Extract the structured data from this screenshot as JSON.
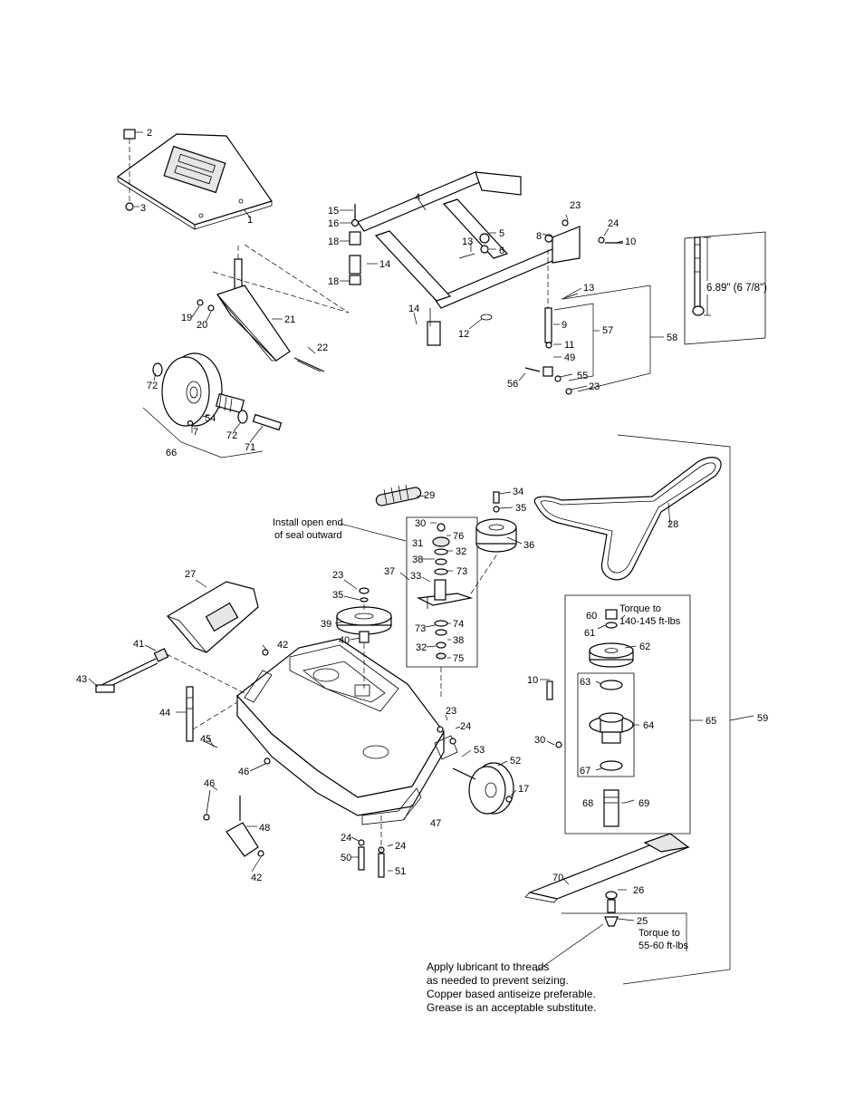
{
  "callouts": {
    "c1": "1",
    "c2": "2",
    "c3": "3",
    "c4": "4",
    "c5": "5",
    "c6": "6",
    "c7": "7",
    "c8": "8",
    "c9": "9",
    "c10a": "10",
    "c10b": "10",
    "c11": "11",
    "c12": "12",
    "c13a": "13",
    "c13b": "13",
    "c14a": "14",
    "c14b": "14",
    "c15": "15",
    "c16": "16",
    "c17": "17",
    "c18a": "18",
    "c18b": "18",
    "c19": "19",
    "c20": "20",
    "c21": "21",
    "c22": "22",
    "c23a": "23",
    "c23b": "23",
    "c23c": "23",
    "c23d": "23",
    "c24a": "24",
    "c24b": "24",
    "c24c": "24",
    "c24d": "24",
    "c25": "25",
    "c26": "26",
    "c27": "27",
    "c28": "28",
    "c29": "29",
    "c30a": "30",
    "c30b": "30",
    "c31": "31",
    "c32a": "32",
    "c32b": "32",
    "c33": "33",
    "c34": "34",
    "c35a": "35",
    "c35b": "35",
    "c36": "36",
    "c37": "37",
    "c38a": "38",
    "c38b": "38",
    "c39": "39",
    "c40": "40",
    "c41": "41",
    "c42a": "42",
    "c42b": "42",
    "c43": "43",
    "c44": "44",
    "c45": "45",
    "c46a": "46",
    "c46b": "46",
    "c47": "47",
    "c48": "48",
    "c49": "49",
    "c50": "50",
    "c51": "51",
    "c52": "52",
    "c53": "53",
    "c54": "54",
    "c55": "55",
    "c56": "56",
    "c57": "57",
    "c58": "58",
    "c59": "59",
    "c60": "60",
    "c61": "61",
    "c62": "62",
    "c63": "63",
    "c64": "64",
    "c65": "65",
    "c66": "66",
    "c67": "67",
    "c68": "68",
    "c69": "69",
    "c70": "70",
    "c71": "71",
    "c72a": "72",
    "c72b": "72",
    "c73a": "73",
    "c73b": "73",
    "c74": "74",
    "c75": "75",
    "c76": "76"
  },
  "notes": {
    "dimension": "6.89\" (6 7/8\")",
    "seal_line1": "Install open end",
    "seal_line2": "of seal outward",
    "torque_spindle_line1": "Torque to",
    "torque_spindle_line2": "140-145 ft-lbs",
    "torque_blade_line1": "Torque to",
    "torque_blade_line2": "55-60 ft-lbs",
    "lube_line1": "Apply lubricant to threads",
    "lube_line2": "as needed to prevent seizing.",
    "lube_line3": "Copper based antiseize preferable.",
    "lube_line4": "Grease is an acceptable substitute."
  }
}
